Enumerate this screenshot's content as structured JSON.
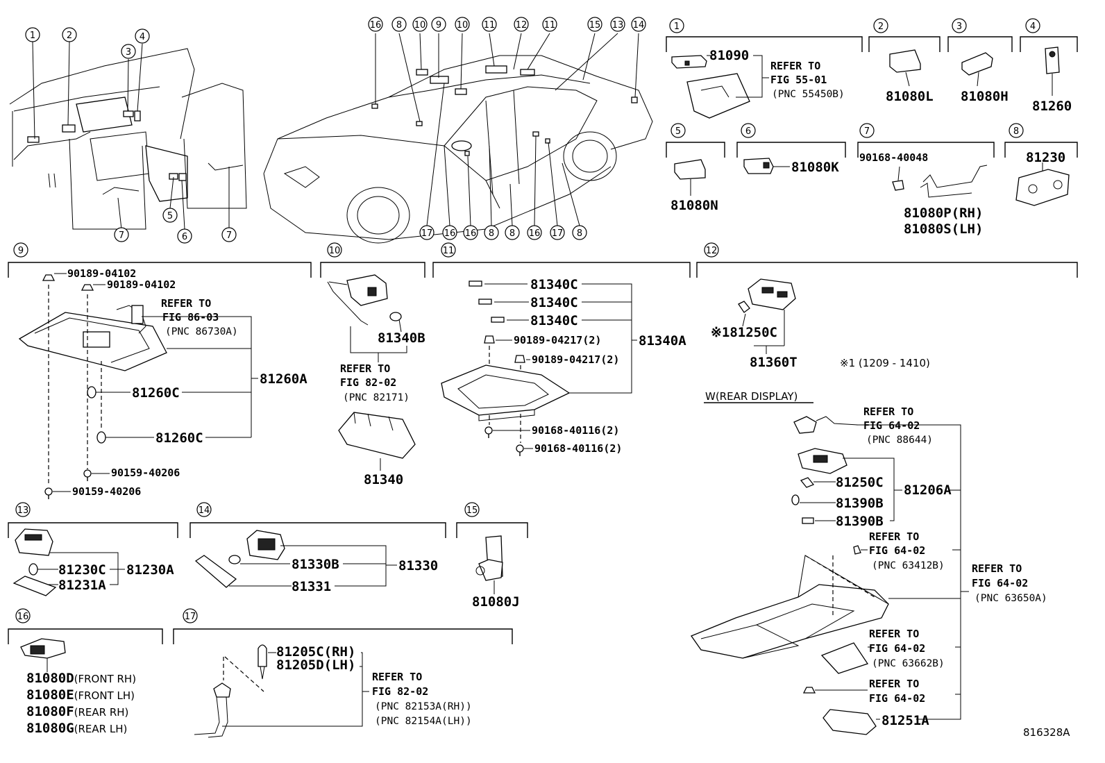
{
  "overview": {
    "interior_callouts": [
      "1",
      "2",
      "3",
      "4",
      "5",
      "6",
      "7",
      "7"
    ],
    "car_top_callouts": [
      "16",
      "8",
      "10",
      "9",
      "10",
      "11",
      "12",
      "11",
      "15",
      "13",
      "14"
    ],
    "car_bottom_callouts": [
      "17",
      "16",
      "16",
      "8",
      "8",
      "16",
      "17",
      "8"
    ]
  },
  "sections": {
    "s1": {
      "num": "1",
      "part": "81090",
      "refer": [
        "REFER TO",
        "FIG 55-01",
        "(PNC 55450B)"
      ]
    },
    "s2": {
      "num": "2",
      "part": "81080L"
    },
    "s3": {
      "num": "3",
      "part": "81080H"
    },
    "s4": {
      "num": "4",
      "part": "81260"
    },
    "s5": {
      "num": "5",
      "part": "81080N"
    },
    "s6": {
      "num": "6",
      "part": "81080K"
    },
    "s7": {
      "num": "7",
      "screw": "90168-40048",
      "part_rh": "81080P(RH)",
      "part_lh": "81080S(LH)"
    },
    "s8": {
      "num": "8",
      "part": "81230"
    },
    "s9": {
      "num": "9",
      "clip1": "90189-04102",
      "clip2": "90189-04102",
      "refer": [
        "REFER TO",
        "FIG 86-03",
        "(PNC 86730A)"
      ],
      "assy": "81260A",
      "bulb1": "81260C",
      "bulb2": "81260C",
      "screw1": "90159-40206",
      "screw2": "90159-40206"
    },
    "s10": {
      "num": "10",
      "bulb": "81340B",
      "refer": [
        "REFER TO",
        "FIG 82-02",
        "(PNC 82171)"
      ],
      "part": "81340"
    },
    "s11": {
      "num": "11",
      "bulb1": "81340C",
      "bulb2": "81340C",
      "bulb3": "81340C",
      "assy": "81340A",
      "clip1": "90189-04217(2)",
      "clip2": "90189-04217(2)",
      "screw1": "90168-40116(2)",
      "screw2": "90168-40116(2)"
    },
    "s12": {
      "num": "12",
      "bulb": "81250C",
      "bulb_mark": "※1",
      "part": "81360T",
      "note": "※1 (1209 - 1410)",
      "variant": "W(REAR DISPLAY)",
      "refer1": [
        "REFER TO",
        "FIG 64-02",
        "(PNC 88644)"
      ],
      "bulb_a": "81250C",
      "bulb_b": "81390B",
      "bulb_c": "81390B",
      "assy": "81206A",
      "refer2": [
        "REFER TO",
        "FIG 64-02",
        "(PNC 63412B)"
      ],
      "refer3": [
        "REFER TO",
        "FIG 64-02",
        "(PNC 63650A)"
      ],
      "refer4": [
        "REFER TO",
        "FIG 64-02",
        "(PNC 63662B)"
      ],
      "refer5": [
        "REFER TO",
        "FIG 64-02"
      ],
      "lens": "81251A"
    },
    "s13": {
      "num": "13",
      "bulb": "81230C",
      "assy": "81230A",
      "lens": "81231A"
    },
    "s14": {
      "num": "14",
      "bulb": "81330B",
      "assy": "81330",
      "lens": "81331"
    },
    "s15": {
      "num": "15",
      "part": "81080J"
    },
    "s16": {
      "num": "16",
      "parts": [
        {
          "code": "81080D",
          "desc": "(FRONT RH)"
        },
        {
          "code": "81080E",
          "desc": "(FRONT LH)"
        },
        {
          "code": "81080F",
          "desc": "(REAR RH)"
        },
        {
          "code": "81080G",
          "desc": "(REAR LH)"
        }
      ]
    },
    "s17": {
      "num": "17",
      "bulb_rh": "81205C(RH)",
      "bulb_lh": "81205D(LH)",
      "refer": [
        "REFER TO",
        "FIG 82-02",
        "(PNC 82153A(RH))",
        "(PNC 82154A(LH))"
      ]
    }
  },
  "figure_id": "816328A"
}
